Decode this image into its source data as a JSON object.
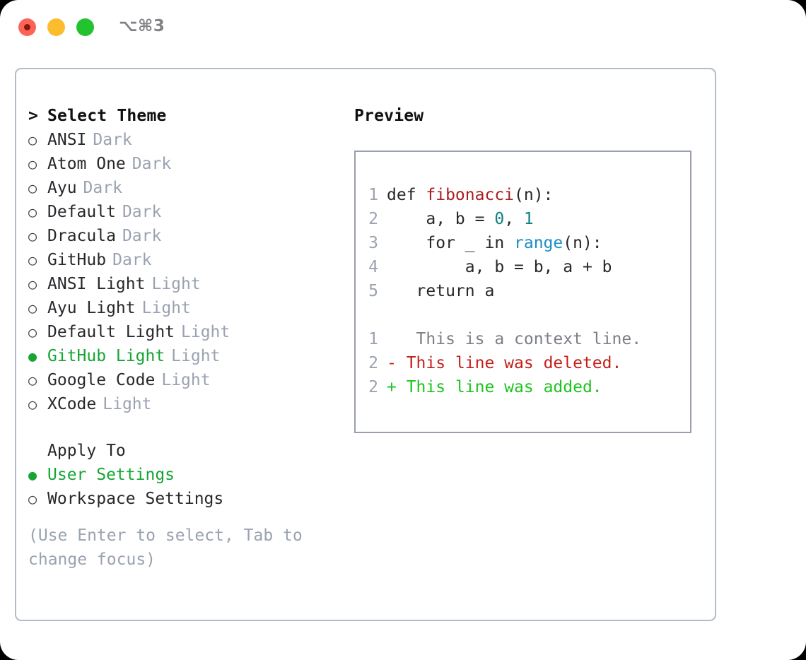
{
  "window": {
    "shortcut": "⌥⌘3",
    "traffic_lights": {
      "close_color": "#fd6459",
      "minimize_color": "#fbbd2e",
      "maximize_color": "#22c231"
    }
  },
  "theme_picker": {
    "caret": ">",
    "title": "Select Theme",
    "marker_unselected": "○",
    "marker_selected": "●",
    "accent_color": "#16a534",
    "badge_color": "#9aa2b1",
    "items": [
      {
        "marker": "○",
        "label": "ANSI",
        "badge": "Dark",
        "selected": false
      },
      {
        "marker": "○",
        "label": "Atom One",
        "badge": "Dark",
        "selected": false
      },
      {
        "marker": "○",
        "label": "Ayu",
        "badge": "Dark",
        "selected": false
      },
      {
        "marker": "○",
        "label": "Default",
        "badge": "Dark",
        "selected": false
      },
      {
        "marker": "○",
        "label": "Dracula",
        "badge": "Dark",
        "selected": false
      },
      {
        "marker": "○",
        "label": "GitHub",
        "badge": "Dark",
        "selected": false
      },
      {
        "marker": "○",
        "label": "ANSI Light",
        "badge": "Light",
        "selected": false
      },
      {
        "marker": "○",
        "label": "Ayu Light",
        "badge": "Light",
        "selected": false
      },
      {
        "marker": "○",
        "label": "Default Light",
        "badge": "Light",
        "selected": false
      },
      {
        "marker": "●",
        "label": "GitHub Light",
        "badge": "Light",
        "selected": true
      },
      {
        "marker": "○",
        "label": "Google Code",
        "badge": "Light",
        "selected": false
      },
      {
        "marker": "○",
        "label": "XCode",
        "badge": "Light",
        "selected": false
      }
    ]
  },
  "apply_to": {
    "title": "Apply To",
    "items": [
      {
        "marker": "●",
        "label": "User Settings",
        "selected": true
      },
      {
        "marker": "○",
        "label": "Workspace Settings",
        "selected": false
      }
    ]
  },
  "hint": "(Use Enter to select, Tab to change focus)",
  "preview": {
    "title": "Preview",
    "code_lines": [
      {
        "no": "1",
        "segments": [
          {
            "text": "def ",
            "cls": "code-text"
          },
          {
            "text": "fibonacci",
            "cls": "tok-fn"
          },
          {
            "text": "(n):",
            "cls": "code-text"
          }
        ]
      },
      {
        "no": "2",
        "segments": [
          {
            "text": "    a, b = ",
            "cls": "code-text"
          },
          {
            "text": "0",
            "cls": "tok-num"
          },
          {
            "text": ", ",
            "cls": "code-text"
          },
          {
            "text": "1",
            "cls": "tok-num"
          }
        ]
      },
      {
        "no": "3",
        "segments": [
          {
            "text": "    for _ in ",
            "cls": "code-text"
          },
          {
            "text": "range",
            "cls": "tok-build"
          },
          {
            "text": "(n):",
            "cls": "code-text"
          }
        ]
      },
      {
        "no": "4",
        "segments": [
          {
            "text": "        a, b = b, a + b",
            "cls": "code-text"
          }
        ]
      },
      {
        "no": "5",
        "segments": [
          {
            "text": "   return a",
            "cls": "code-text"
          }
        ]
      }
    ],
    "diff_lines": [
      {
        "no": "1",
        "marker": " ",
        "text": "  This is a context line.",
        "cls": "diff-ctx"
      },
      {
        "no": "2",
        "marker": "-",
        "text": " This line was deleted.",
        "cls": "diff-del"
      },
      {
        "no": "2",
        "marker": "+",
        "text": " This line was added.",
        "cls": "diff-add"
      }
    ]
  }
}
